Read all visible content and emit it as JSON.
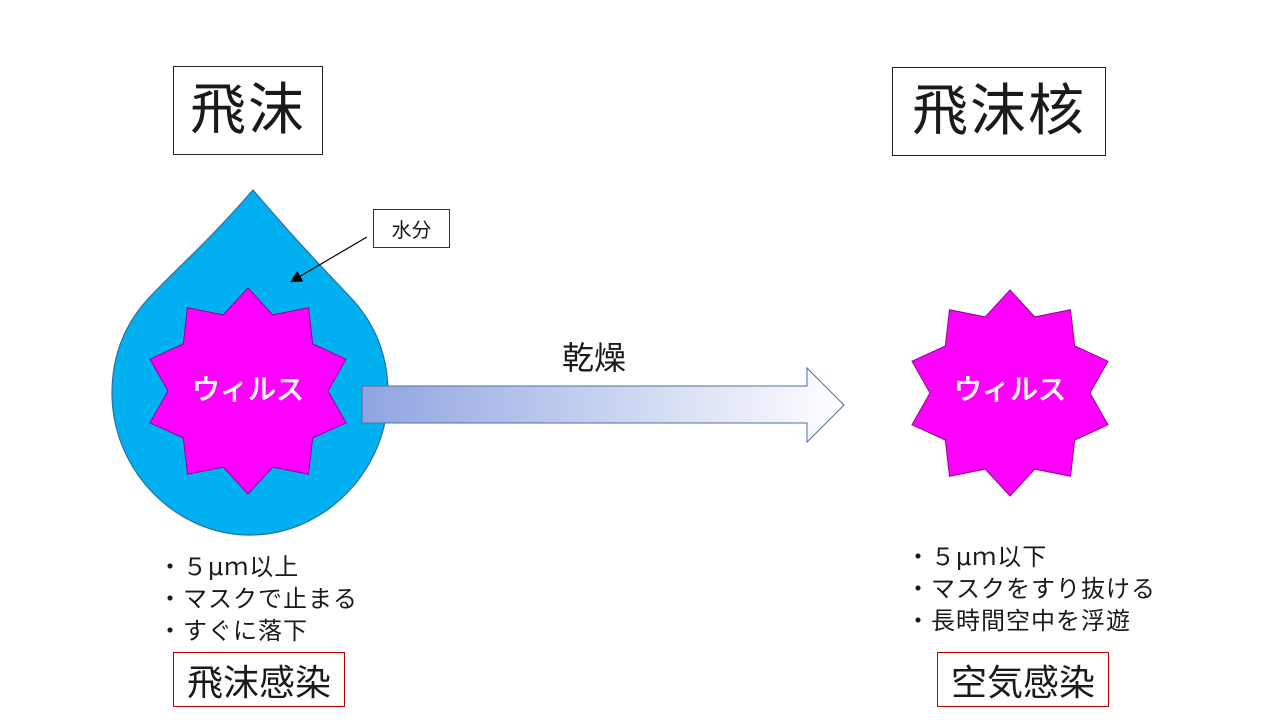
{
  "left": {
    "title": "飛沫",
    "water_label": "水分",
    "virus_label": "ウィルス",
    "bullets": [
      "・５μｍ以上",
      "・マスクで止まる",
      "・すぐに落下"
    ],
    "caption": "飛沫感染"
  },
  "arrow": {
    "label": "乾燥"
  },
  "right": {
    "title": "飛沫核",
    "virus_label": "ウィルス",
    "bullets": [
      "・５μｍ以下",
      "・マスクをすり抜ける",
      "・長時間空中を浮遊"
    ],
    "caption": "空気感染"
  },
  "colors": {
    "droplet": "#00b0f0",
    "virus": "#ff00ff",
    "arrow_start": "#8fa4e0",
    "arrow_end": "#ffffff",
    "caption_border": "#c00000"
  }
}
